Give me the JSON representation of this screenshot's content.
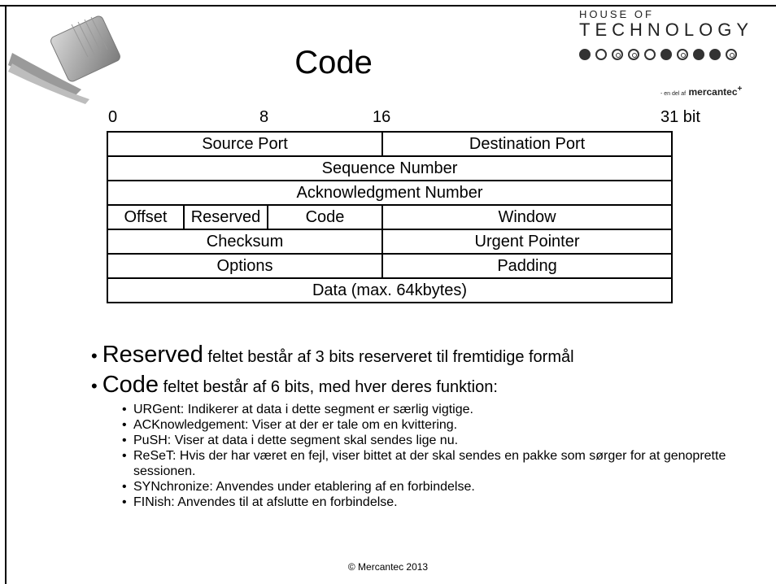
{
  "slide": {
    "title": "Code",
    "footer": "© Mercantec 2013"
  },
  "logo": {
    "line1": "HOUSE OF",
    "line2": "TECHNOLOGY",
    "brand_small": "- en del af",
    "brand": "mercantec"
  },
  "ruler": {
    "t0": "0",
    "t8": "8",
    "t16": "16",
    "t31": "31 bit"
  },
  "header": {
    "source_port": "Source Port",
    "destination_port": "Destination Port",
    "sequence_number": "Sequence Number",
    "ack_number": "Acknowledgment Number",
    "offset": "Offset",
    "reserved": "Reserved",
    "code": "Code",
    "window": "Window",
    "checksum": "Checksum",
    "urgent_pointer": "Urgent Pointer",
    "options": "Options",
    "padding": "Padding",
    "data": "Data  (max. 64kbytes)"
  },
  "bullets": {
    "b1_term": "Reserved",
    "b1_text": " feltet består af 3 bits reserveret til fremtidige formål",
    "b2_term": "Code",
    "b2_text": " feltet består af 6 bits, med hver deres funktion:",
    "items": [
      "URGent:  Indikerer at data i dette segment er særlig vigtige.",
      "ACKnowledgement:  Viser at der er tale om en kvittering.",
      "PuSH:  Viser at data i dette segment skal sendes lige nu.",
      "ReSeT:  Hvis der har været en fejl, viser bittet at der skal sendes en pakke som sørger for at genoprette sessionen.",
      "SYNchronize:  Anvendes under etablering af en forbindelse.",
      "FINish:  Anvendes til at afslutte en forbindelse."
    ]
  }
}
